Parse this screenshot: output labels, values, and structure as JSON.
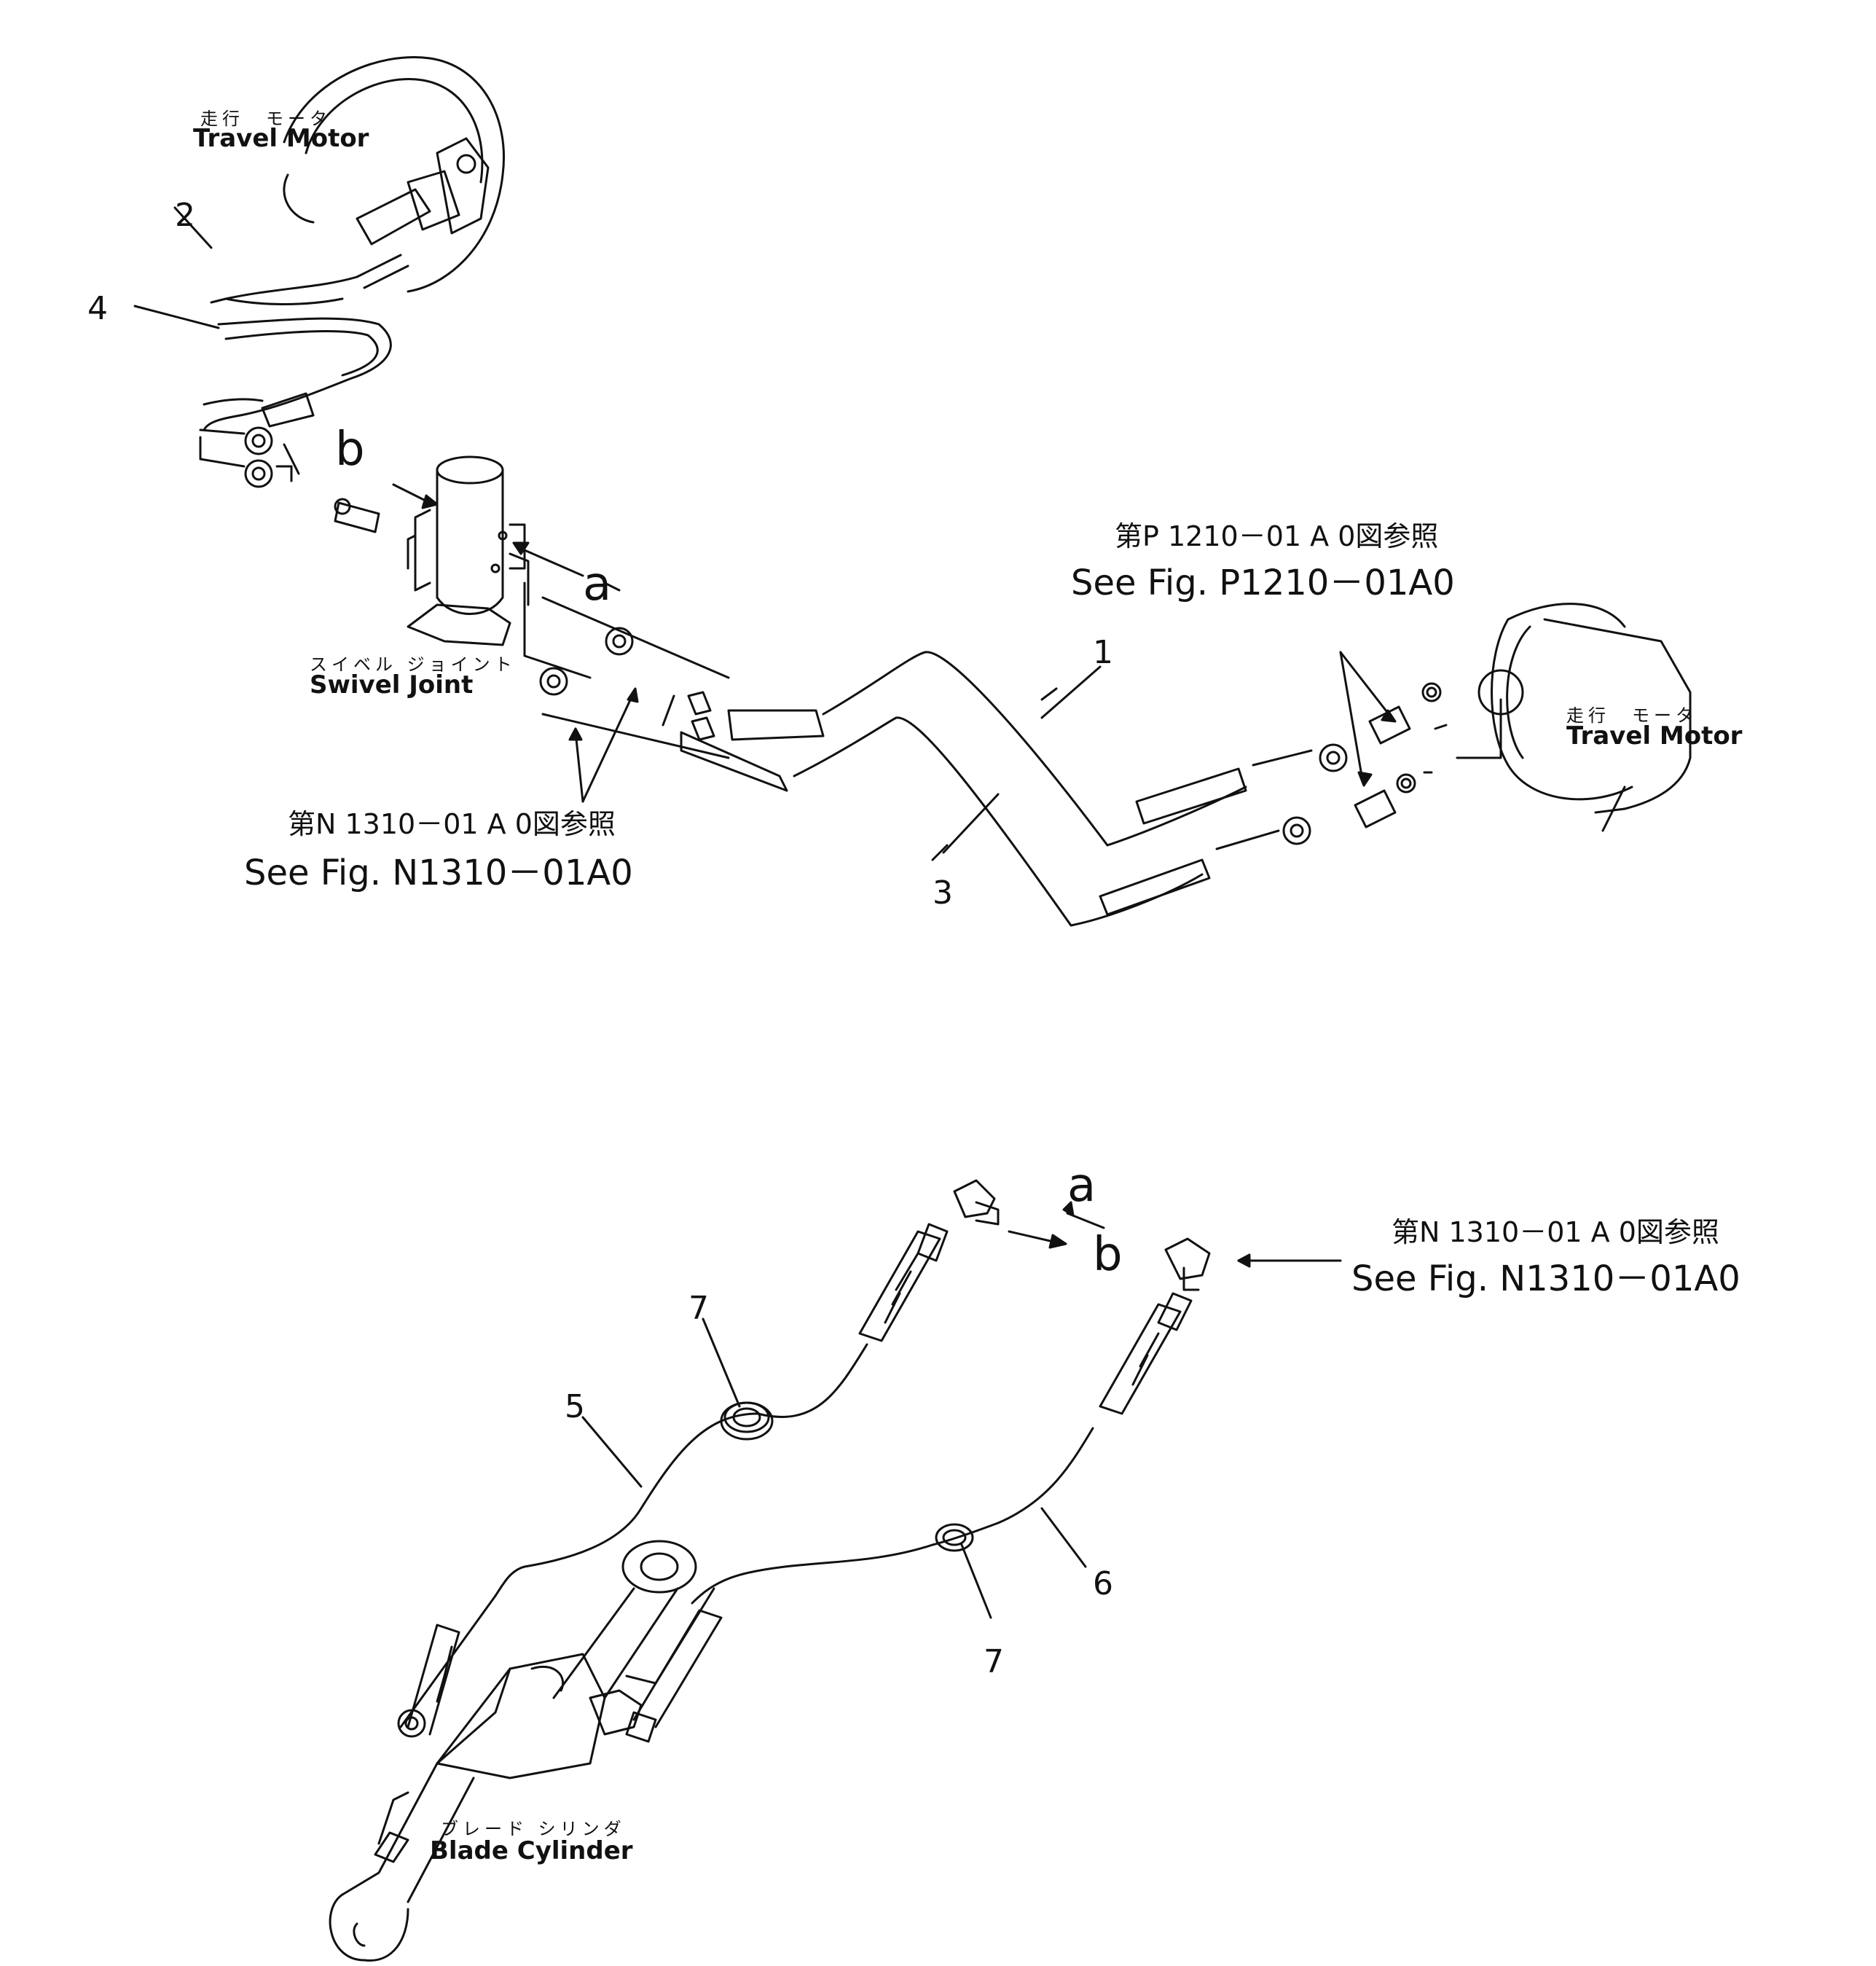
{
  "components": {
    "travel_motor_top": {
      "jp": "走行　モータ",
      "en": "Travel Motor"
    },
    "travel_motor_right": {
      "jp": "走行　モータ",
      "en": "Travel Motor"
    },
    "swivel_joint": {
      "jp": "スイベル ジョイント",
      "en": "Swivel Joint"
    },
    "blade_cylinder": {
      "jp": "ブレード シリンダ",
      "en": "Blade Cylinder"
    }
  },
  "references": {
    "ref_n1310_upper": {
      "jp": "第N 1310－01 A 0図参照",
      "en": "See Fig. N1310－01A0"
    },
    "ref_p1210": {
      "jp": "第P 1210－01 A 0図参照",
      "en": "See Fig. P1210－01A0"
    },
    "ref_n1310_lower": {
      "jp": "第N 1310－01 A 0図参照",
      "en": "See Fig. N1310－01A0"
    }
  },
  "part_numbers": {
    "p1": "1",
    "p2": "2",
    "p3": "3",
    "p4": "4",
    "p5": "5",
    "p6": "6",
    "p7a": "7",
    "p7b": "7"
  },
  "connection_letters": {
    "a_top": "a",
    "b_top": "b",
    "a_bottom": "a",
    "b_bottom": "b"
  }
}
